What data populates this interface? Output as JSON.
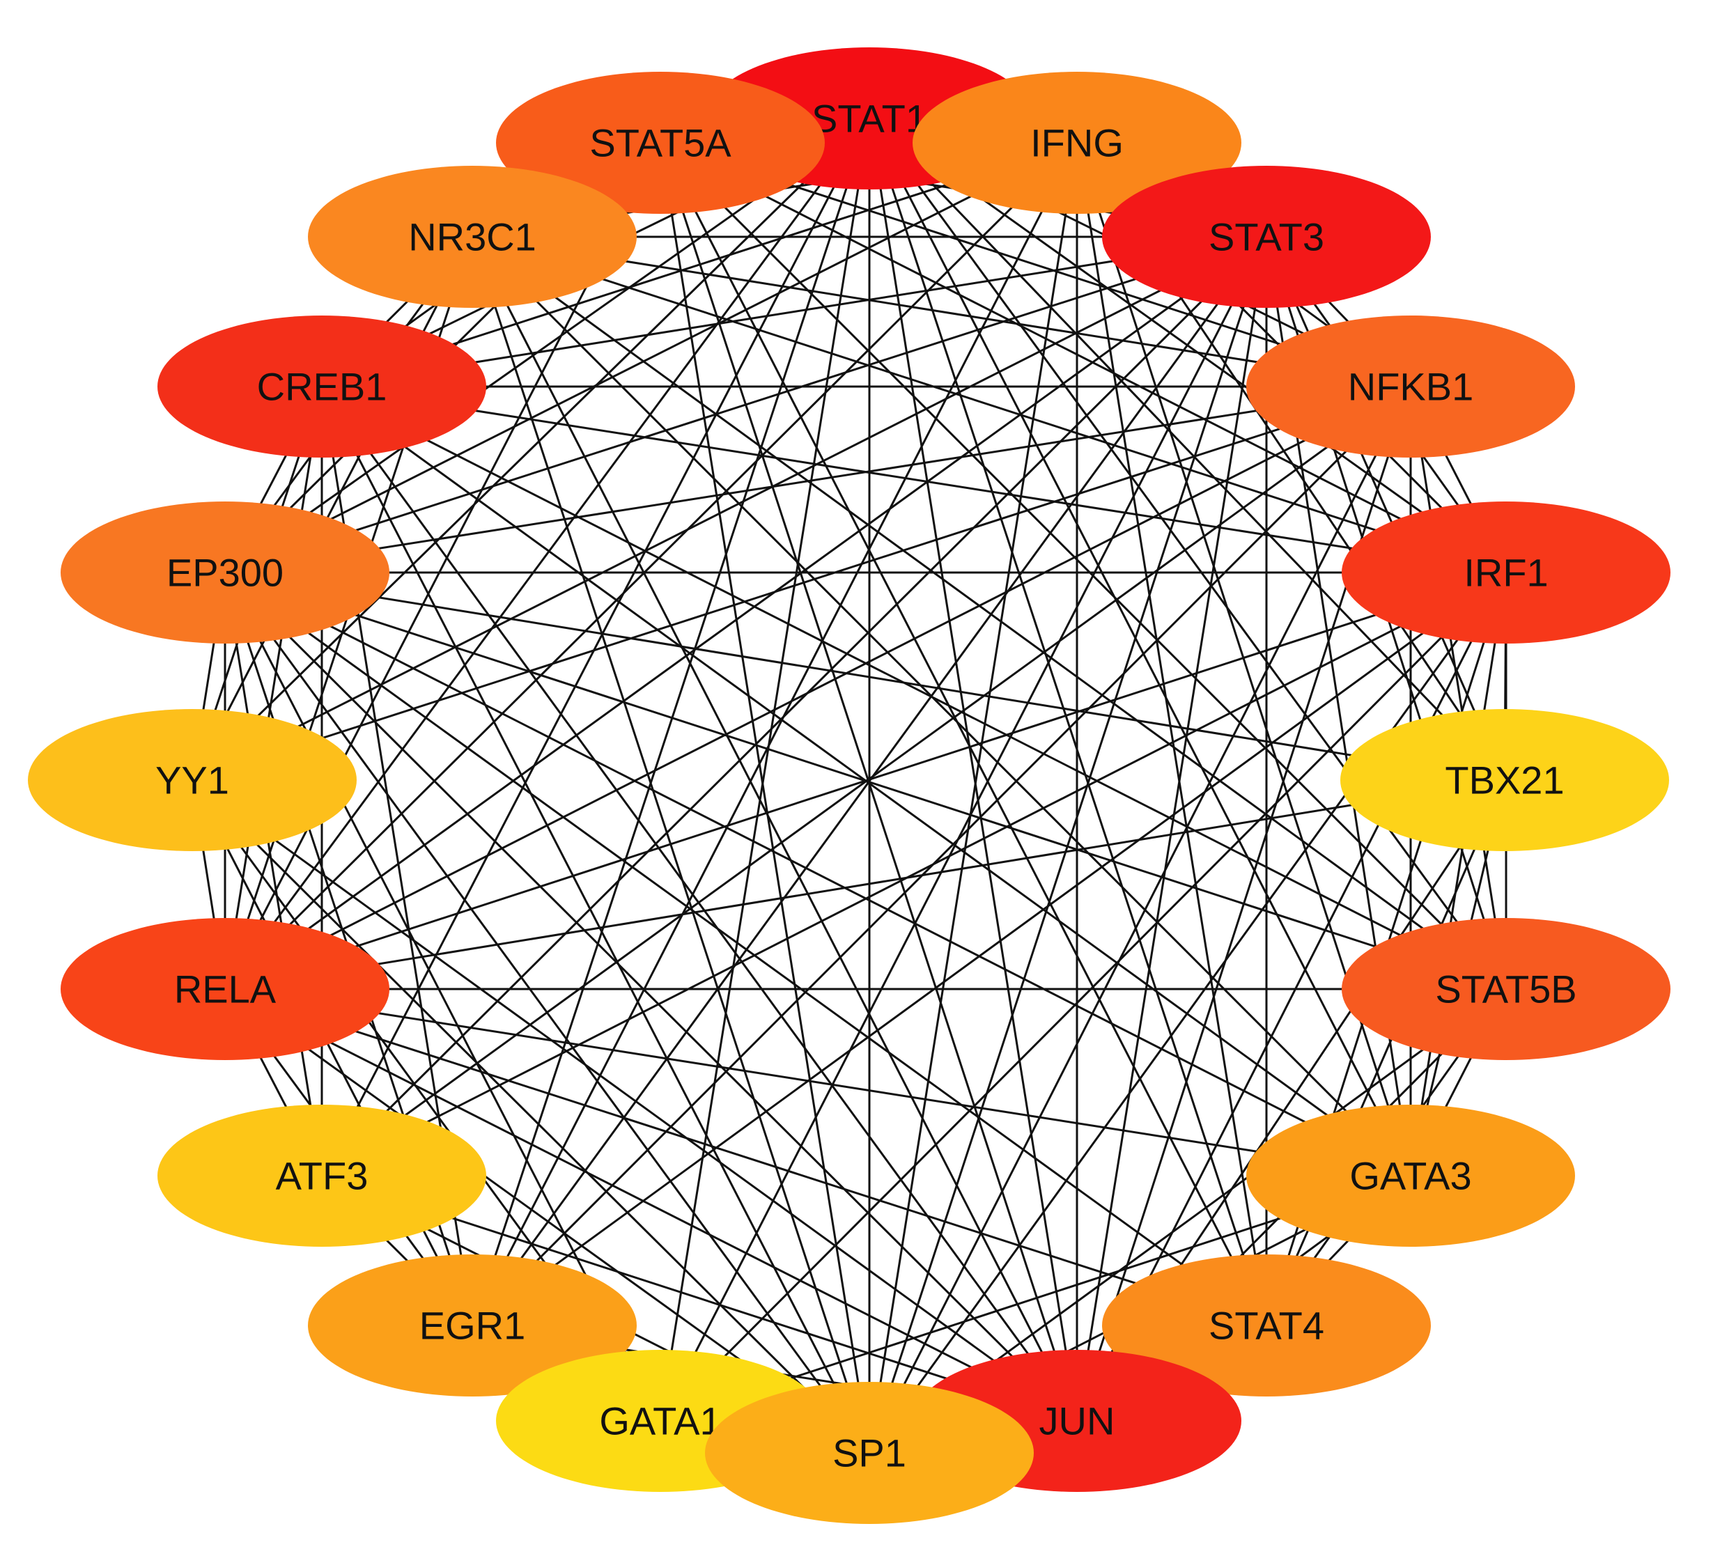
{
  "diagram": {
    "type": "circular-network",
    "edge_color": "#111111",
    "nodes": [
      {
        "id": "STAT1",
        "label": "STAT1",
        "color": "#F30E14"
      },
      {
        "id": "IFNG",
        "label": "IFNG",
        "color": "#FA861A"
      },
      {
        "id": "STAT3",
        "label": "STAT3",
        "color": "#F31818"
      },
      {
        "id": "NFKB1",
        "label": "NFKB1",
        "color": "#F86621"
      },
      {
        "id": "IRF1",
        "label": "IRF1",
        "color": "#F7381A"
      },
      {
        "id": "TBX21",
        "label": "TBX21",
        "color": "#FDD319"
      },
      {
        "id": "STAT5B",
        "label": "STAT5B",
        "color": "#F75A20"
      },
      {
        "id": "GATA3",
        "label": "GATA3",
        "color": "#FB9D18"
      },
      {
        "id": "STAT4",
        "label": "STAT4",
        "color": "#FA8C1C"
      },
      {
        "id": "JUN",
        "label": "JUN",
        "color": "#F3231A"
      },
      {
        "id": "SP1",
        "label": "SP1",
        "color": "#FCAE18"
      },
      {
        "id": "GATA1",
        "label": "GATA1",
        "color": "#FCDB14"
      },
      {
        "id": "EGR1",
        "label": "EGR1",
        "color": "#FBA019"
      },
      {
        "id": "ATF3",
        "label": "ATF3",
        "color": "#FDC617"
      },
      {
        "id": "RELA",
        "label": "RELA",
        "color": "#F84418"
      },
      {
        "id": "YY1",
        "label": "YY1",
        "color": "#FDBF1B"
      },
      {
        "id": "EP300",
        "label": "EP300",
        "color": "#F87722"
      },
      {
        "id": "CREB1",
        "label": "CREB1",
        "color": "#F32F19"
      },
      {
        "id": "NR3C1",
        "label": "NR3C1",
        "color": "#FA8720"
      },
      {
        "id": "STAT5A",
        "label": "STAT5A",
        "color": "#F85C1A"
      }
    ],
    "edges": [
      [
        "STAT1",
        "IFNG"
      ],
      [
        "STAT1",
        "STAT3"
      ],
      [
        "STAT1",
        "NFKB1"
      ],
      [
        "STAT1",
        "IRF1"
      ],
      [
        "STAT1",
        "TBX21"
      ],
      [
        "STAT1",
        "STAT5B"
      ],
      [
        "STAT1",
        "GATA3"
      ],
      [
        "STAT1",
        "STAT4"
      ],
      [
        "STAT1",
        "JUN"
      ],
      [
        "STAT1",
        "SP1"
      ],
      [
        "STAT1",
        "GATA1"
      ],
      [
        "STAT1",
        "EGR1"
      ],
      [
        "STAT1",
        "ATF3"
      ],
      [
        "STAT1",
        "RELA"
      ],
      [
        "STAT1",
        "YY1"
      ],
      [
        "STAT1",
        "EP300"
      ],
      [
        "STAT1",
        "CREB1"
      ],
      [
        "STAT1",
        "NR3C1"
      ],
      [
        "STAT1",
        "STAT5A"
      ],
      [
        "IFNG",
        "STAT3"
      ],
      [
        "IFNG",
        "NFKB1"
      ],
      [
        "IFNG",
        "IRF1"
      ],
      [
        "IFNG",
        "TBX21"
      ],
      [
        "IFNG",
        "GATA3"
      ],
      [
        "IFNG",
        "STAT4"
      ],
      [
        "IFNG",
        "JUN"
      ],
      [
        "IFNG",
        "SP1"
      ],
      [
        "IFNG",
        "EGR1"
      ],
      [
        "IFNG",
        "RELA"
      ],
      [
        "IFNG",
        "EP300"
      ],
      [
        "IFNG",
        "CREB1"
      ],
      [
        "IFNG",
        "NR3C1"
      ],
      [
        "STAT3",
        "NFKB1"
      ],
      [
        "STAT3",
        "IRF1"
      ],
      [
        "STAT3",
        "TBX21"
      ],
      [
        "STAT3",
        "STAT5B"
      ],
      [
        "STAT3",
        "GATA3"
      ],
      [
        "STAT3",
        "STAT4"
      ],
      [
        "STAT3",
        "JUN"
      ],
      [
        "STAT3",
        "SP1"
      ],
      [
        "STAT3",
        "GATA1"
      ],
      [
        "STAT3",
        "EGR1"
      ],
      [
        "STAT3",
        "ATF3"
      ],
      [
        "STAT3",
        "RELA"
      ],
      [
        "STAT3",
        "YY1"
      ],
      [
        "STAT3",
        "EP300"
      ],
      [
        "STAT3",
        "CREB1"
      ],
      [
        "STAT3",
        "NR3C1"
      ],
      [
        "STAT3",
        "STAT5A"
      ],
      [
        "NFKB1",
        "IRF1"
      ],
      [
        "NFKB1",
        "STAT5B"
      ],
      [
        "NFKB1",
        "GATA3"
      ],
      [
        "NFKB1",
        "JUN"
      ],
      [
        "NFKB1",
        "SP1"
      ],
      [
        "NFKB1",
        "EGR1"
      ],
      [
        "NFKB1",
        "ATF3"
      ],
      [
        "NFKB1",
        "RELA"
      ],
      [
        "NFKB1",
        "YY1"
      ],
      [
        "NFKB1",
        "EP300"
      ],
      [
        "NFKB1",
        "CREB1"
      ],
      [
        "NFKB1",
        "NR3C1"
      ],
      [
        "NFKB1",
        "STAT5A"
      ],
      [
        "IRF1",
        "TBX21"
      ],
      [
        "IRF1",
        "STAT5B"
      ],
      [
        "IRF1",
        "GATA3"
      ],
      [
        "IRF1",
        "STAT4"
      ],
      [
        "IRF1",
        "JUN"
      ],
      [
        "IRF1",
        "SP1"
      ],
      [
        "IRF1",
        "GATA1"
      ],
      [
        "IRF1",
        "EGR1"
      ],
      [
        "IRF1",
        "ATF3"
      ],
      [
        "IRF1",
        "RELA"
      ],
      [
        "IRF1",
        "EP300"
      ],
      [
        "IRF1",
        "CREB1"
      ],
      [
        "IRF1",
        "NR3C1"
      ],
      [
        "IRF1",
        "STAT5A"
      ],
      [
        "TBX21",
        "GATA3"
      ],
      [
        "TBX21",
        "STAT4"
      ],
      [
        "TBX21",
        "JUN"
      ],
      [
        "TBX21",
        "RELA"
      ],
      [
        "TBX21",
        "EP300"
      ],
      [
        "STAT5B",
        "GATA3"
      ],
      [
        "STAT5B",
        "STAT4"
      ],
      [
        "STAT5B",
        "JUN"
      ],
      [
        "STAT5B",
        "SP1"
      ],
      [
        "STAT5B",
        "RELA"
      ],
      [
        "STAT5B",
        "EP300"
      ],
      [
        "STAT5B",
        "CREB1"
      ],
      [
        "STAT5B",
        "NR3C1"
      ],
      [
        "STAT5B",
        "STAT5A"
      ],
      [
        "GATA3",
        "STAT4"
      ],
      [
        "GATA3",
        "JUN"
      ],
      [
        "GATA3",
        "SP1"
      ],
      [
        "GATA3",
        "GATA1"
      ],
      [
        "GATA3",
        "RELA"
      ],
      [
        "GATA3",
        "EP300"
      ],
      [
        "GATA3",
        "CREB1"
      ],
      [
        "GATA3",
        "NR3C1"
      ],
      [
        "STAT4",
        "JUN"
      ],
      [
        "STAT4",
        "SP1"
      ],
      [
        "STAT4",
        "RELA"
      ],
      [
        "STAT4",
        "EP300"
      ],
      [
        "STAT4",
        "STAT5A"
      ],
      [
        "JUN",
        "SP1"
      ],
      [
        "JUN",
        "GATA1"
      ],
      [
        "JUN",
        "EGR1"
      ],
      [
        "JUN",
        "ATF3"
      ],
      [
        "JUN",
        "RELA"
      ],
      [
        "JUN",
        "YY1"
      ],
      [
        "JUN",
        "EP300"
      ],
      [
        "JUN",
        "CREB1"
      ],
      [
        "JUN",
        "NR3C1"
      ],
      [
        "JUN",
        "STAT5A"
      ],
      [
        "SP1",
        "GATA1"
      ],
      [
        "SP1",
        "EGR1"
      ],
      [
        "SP1",
        "ATF3"
      ],
      [
        "SP1",
        "RELA"
      ],
      [
        "SP1",
        "YY1"
      ],
      [
        "SP1",
        "EP300"
      ],
      [
        "SP1",
        "CREB1"
      ],
      [
        "SP1",
        "NR3C1"
      ],
      [
        "SP1",
        "STAT5A"
      ],
      [
        "GATA1",
        "EGR1"
      ],
      [
        "GATA1",
        "EP300"
      ],
      [
        "GATA1",
        "YY1"
      ],
      [
        "EGR1",
        "ATF3"
      ],
      [
        "EGR1",
        "RELA"
      ],
      [
        "EGR1",
        "EP300"
      ],
      [
        "EGR1",
        "CREB1"
      ],
      [
        "EGR1",
        "YY1"
      ],
      [
        "ATF3",
        "RELA"
      ],
      [
        "ATF3",
        "EP300"
      ],
      [
        "ATF3",
        "CREB1"
      ],
      [
        "RELA",
        "YY1"
      ],
      [
        "RELA",
        "EP300"
      ],
      [
        "RELA",
        "CREB1"
      ],
      [
        "RELA",
        "NR3C1"
      ],
      [
        "RELA",
        "STAT5A"
      ],
      [
        "YY1",
        "EP300"
      ],
      [
        "YY1",
        "CREB1"
      ],
      [
        "YY1",
        "NR3C1"
      ],
      [
        "EP300",
        "CREB1"
      ],
      [
        "EP300",
        "NR3C1"
      ],
      [
        "EP300",
        "STAT5A"
      ],
      [
        "CREB1",
        "NR3C1"
      ],
      [
        "CREB1",
        "STAT5A"
      ],
      [
        "NR3C1",
        "STAT5A"
      ]
    ]
  }
}
